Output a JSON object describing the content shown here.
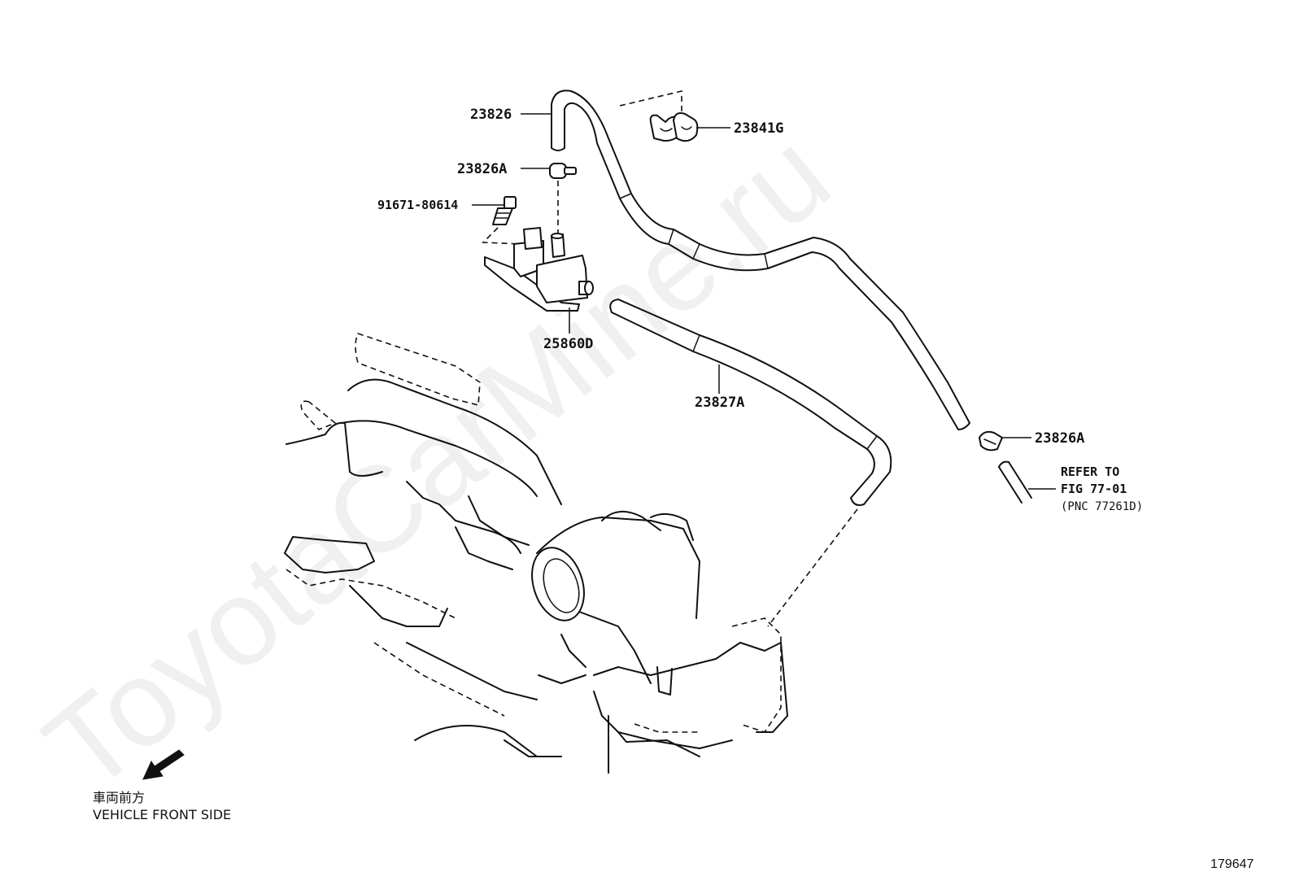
{
  "watermark": "ToyotaCarMine.ru",
  "parts": {
    "hose_upper": "23826",
    "clamp_top": "23826A",
    "bolt": "91671-80614",
    "clip": "23841G",
    "vsv": "25860D",
    "hose_lower": "23827A",
    "clamp_right": "23826A"
  },
  "reference": {
    "line1": "REFER TO",
    "line2": "FIG 77-01",
    "line3": "(PNC 77261D)"
  },
  "front": {
    "japanese": "車両前方",
    "english": "VEHICLE FRONT SIDE"
  },
  "illustration_id": "179647"
}
